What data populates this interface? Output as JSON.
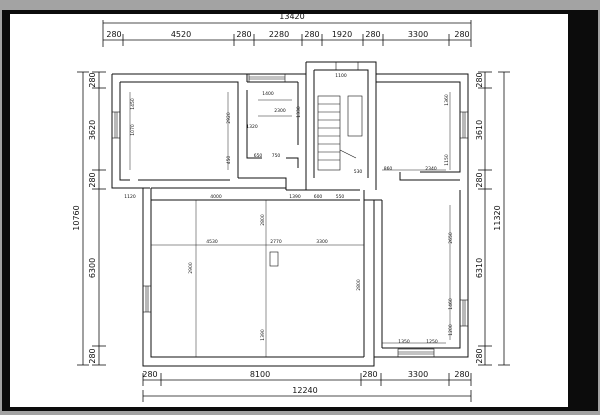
{
  "dimensions": {
    "top_total": "13420",
    "top_segments": [
      "280",
      "4520",
      "280",
      "2280",
      "280",
      "1920",
      "280",
      "3300",
      "280"
    ],
    "bottom_segments": [
      "280",
      "8100",
      "280",
      "3300",
      "280"
    ],
    "bottom_total": "12240",
    "left_segments": [
      "280",
      "3620",
      "280",
      "6300",
      "280"
    ],
    "left_total": "10760",
    "right_segments": [
      "280",
      "3610",
      "280",
      "6310",
      "280"
    ],
    "right_total": "11320"
  },
  "interior_labels": {
    "top_small": "1320",
    "bath_width": "1400",
    "bath_inner": "2300",
    "bath_w1": "650",
    "bath_w2": "750",
    "stair_width": "530",
    "bed_left_v1": "1450",
    "bed_left_v2": "1070",
    "bed_left_v3": "2920",
    "corridor_left": "1120",
    "corridor_mid": "4000",
    "corridor_right1": "1390",
    "corridor_right2": "600",
    "corridor_right3": "550",
    "big_room_w1": "4530",
    "big_room_w2": "2770",
    "big_room_w3": "3300",
    "big_room_v1": "2900",
    "big_room_v2": "2800",
    "big_room_v3": "1390",
    "big_room_v4": "2800",
    "right_room_v1": "1360",
    "right_room_v2": "1150",
    "right_room_h1": "860",
    "right_room_h2": "2340",
    "lower_right_v1": "2650",
    "lower_right_v2": "1460",
    "lower_right_v3": "1200",
    "lower_right_h1": "1350",
    "lower_right_h2": "1250",
    "stair_label": "1100",
    "misc1": "450",
    "misc2": "1330"
  }
}
